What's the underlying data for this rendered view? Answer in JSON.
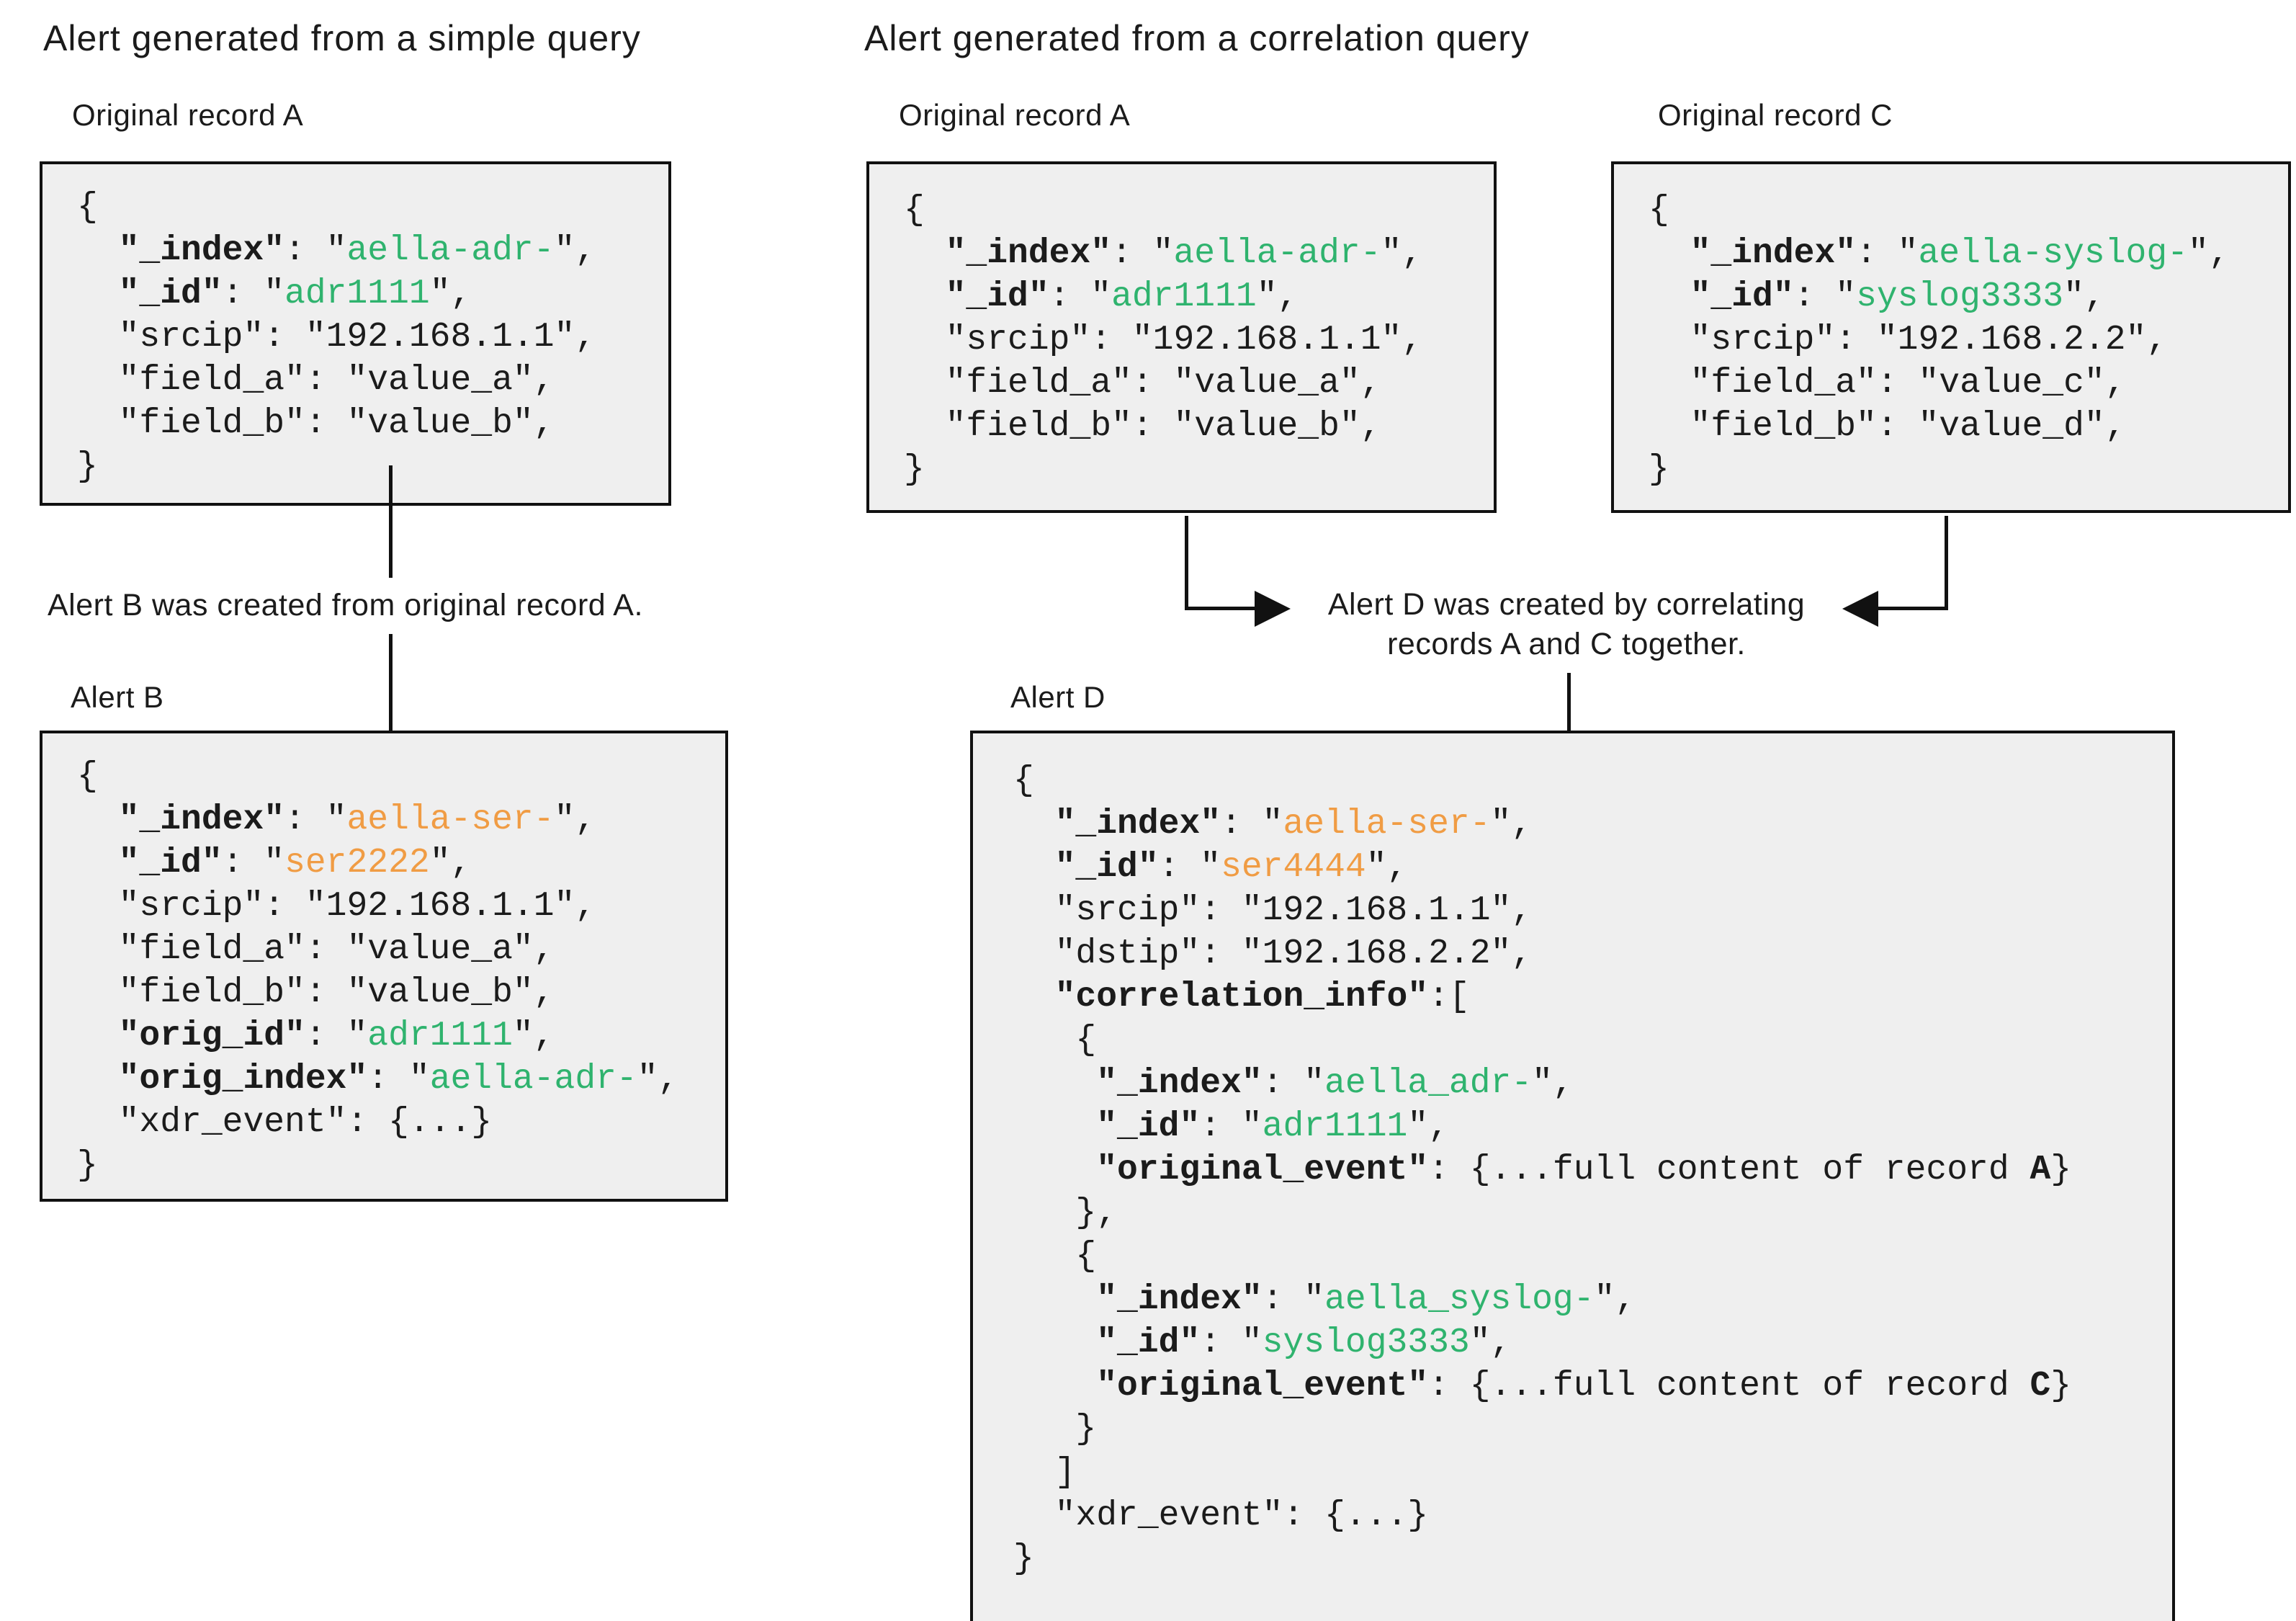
{
  "colors": {
    "green": "#2fb36e",
    "orange": "#f09c44",
    "ink": "#1b1b1b",
    "box_fill": "#efefef",
    "box_border": "#111111",
    "arrow": "#111111"
  },
  "simple": {
    "title": "Alert generated from a simple query",
    "record_a": {
      "label": "Original record A",
      "lines": [
        [
          [
            "n",
            "{"
          ]
        ],
        [
          [
            "n",
            "  "
          ],
          [
            "k",
            "\"_index\""
          ],
          [
            "n",
            ": \""
          ],
          [
            "g",
            "aella-adr-"
          ],
          [
            "n",
            "\","
          ]
        ],
        [
          [
            "n",
            "  "
          ],
          [
            "k",
            "\"_id\""
          ],
          [
            "n",
            ": \""
          ],
          [
            "g",
            "adr1111"
          ],
          [
            "n",
            "\","
          ]
        ],
        [
          [
            "n",
            "  \"srcip\": \"192.168.1.1\","
          ]
        ],
        [
          [
            "n",
            "  \"field_a\": \"value_a\","
          ]
        ],
        [
          [
            "n",
            "  \"field_b\": \"value_b\","
          ]
        ],
        [
          [
            "n",
            "}"
          ]
        ]
      ]
    },
    "arrow_caption": "Alert B was created from original record A.",
    "alert_b": {
      "label": "Alert B",
      "lines": [
        [
          [
            "n",
            "{"
          ]
        ],
        [
          [
            "n",
            "  "
          ],
          [
            "k",
            "\"_index\""
          ],
          [
            "n",
            ": \""
          ],
          [
            "o",
            "aella-ser-"
          ],
          [
            "n",
            "\","
          ]
        ],
        [
          [
            "n",
            "  "
          ],
          [
            "k",
            "\"_id\""
          ],
          [
            "n",
            ": \""
          ],
          [
            "o",
            "ser2222"
          ],
          [
            "n",
            "\","
          ]
        ],
        [
          [
            "n",
            "  \"srcip\": \"192.168.1.1\","
          ]
        ],
        [
          [
            "n",
            "  \"field_a\": \"value_a\","
          ]
        ],
        [
          [
            "n",
            "  \"field_b\": \"value_b\","
          ]
        ],
        [
          [
            "n",
            "  "
          ],
          [
            "k",
            "\"orig_id\""
          ],
          [
            "n",
            ": \""
          ],
          [
            "g",
            "adr1111"
          ],
          [
            "n",
            "\","
          ]
        ],
        [
          [
            "n",
            "  "
          ],
          [
            "k",
            "\"orig_index\""
          ],
          [
            "n",
            ": \""
          ],
          [
            "g",
            "aella-adr-"
          ],
          [
            "n",
            "\","
          ]
        ],
        [
          [
            "n",
            "  \"xdr_event\": {...}"
          ]
        ],
        [
          [
            "n",
            "}"
          ]
        ]
      ]
    }
  },
  "correlation": {
    "title": "Alert generated from a correlation query",
    "record_a": {
      "label": "Original record A",
      "lines": [
        [
          [
            "n",
            "{"
          ]
        ],
        [
          [
            "n",
            "  "
          ],
          [
            "k",
            "\"_index\""
          ],
          [
            "n",
            ": \""
          ],
          [
            "g",
            "aella-adr-"
          ],
          [
            "n",
            "\","
          ]
        ],
        [
          [
            "n",
            "  "
          ],
          [
            "k",
            "\"_id\""
          ],
          [
            "n",
            ": \""
          ],
          [
            "g",
            "adr1111"
          ],
          [
            "n",
            "\","
          ]
        ],
        [
          [
            "n",
            "  \"srcip\": \"192.168.1.1\","
          ]
        ],
        [
          [
            "n",
            "  \"field_a\": \"value_a\","
          ]
        ],
        [
          [
            "n",
            "  \"field_b\": \"value_b\","
          ]
        ],
        [
          [
            "n",
            "}"
          ]
        ]
      ]
    },
    "record_c": {
      "label": "Original record C",
      "lines": [
        [
          [
            "n",
            "{"
          ]
        ],
        [
          [
            "n",
            "  "
          ],
          [
            "k",
            "\"_index\""
          ],
          [
            "n",
            ": \""
          ],
          [
            "g",
            "aella-syslog-"
          ],
          [
            "n",
            "\","
          ]
        ],
        [
          [
            "n",
            "  "
          ],
          [
            "k",
            "\"_id\""
          ],
          [
            "n",
            ": \""
          ],
          [
            "g",
            "syslog3333"
          ],
          [
            "n",
            "\","
          ]
        ],
        [
          [
            "n",
            "  \"srcip\": \"192.168.2.2\","
          ]
        ],
        [
          [
            "n",
            "  \"field_a\": \"value_c\","
          ]
        ],
        [
          [
            "n",
            "  \"field_b\": \"value_d\","
          ]
        ],
        [
          [
            "n",
            "}"
          ]
        ]
      ]
    },
    "arrow_caption_line1": "Alert D was created by correlating",
    "arrow_caption_line2": "records A and C together.",
    "alert_d": {
      "label": "Alert D",
      "lines": [
        [
          [
            "n",
            "{"
          ]
        ],
        [
          [
            "n",
            "  "
          ],
          [
            "k",
            "\"_index\""
          ],
          [
            "n",
            ": \""
          ],
          [
            "o",
            "aella-ser-"
          ],
          [
            "n",
            "\","
          ]
        ],
        [
          [
            "n",
            "  "
          ],
          [
            "k",
            "\"_id\""
          ],
          [
            "n",
            ": \""
          ],
          [
            "o",
            "ser4444"
          ],
          [
            "n",
            "\","
          ]
        ],
        [
          [
            "n",
            "  \"srcip\": \"192.168.1.1\","
          ]
        ],
        [
          [
            "n",
            "  \"dstip\": \"192.168.2.2\","
          ]
        ],
        [
          [
            "n",
            "  "
          ],
          [
            "k",
            "\"correlation_info\""
          ],
          [
            "n",
            ":["
          ]
        ],
        [
          [
            "n",
            "   {"
          ]
        ],
        [
          [
            "n",
            "    "
          ],
          [
            "k",
            "\"_index\""
          ],
          [
            "n",
            ": \""
          ],
          [
            "g",
            "aella_adr-"
          ],
          [
            "n",
            "\","
          ]
        ],
        [
          [
            "n",
            "    "
          ],
          [
            "k",
            "\"_id\""
          ],
          [
            "n",
            ": \""
          ],
          [
            "g",
            "adr1111"
          ],
          [
            "n",
            "\","
          ]
        ],
        [
          [
            "n",
            "    "
          ],
          [
            "k",
            "\"original_event\""
          ],
          [
            "n",
            ": {...full content of record "
          ],
          [
            "b",
            "A"
          ],
          [
            "n",
            "}"
          ]
        ],
        [
          [
            "n",
            "   },"
          ]
        ],
        [
          [
            "n",
            "   {"
          ]
        ],
        [
          [
            "n",
            "    "
          ],
          [
            "k",
            "\"_index\""
          ],
          [
            "n",
            ": \""
          ],
          [
            "g",
            "aella_syslog-"
          ],
          [
            "n",
            "\","
          ]
        ],
        [
          [
            "n",
            "    "
          ],
          [
            "k",
            "\"_id\""
          ],
          [
            "n",
            ": \""
          ],
          [
            "g",
            "syslog3333"
          ],
          [
            "n",
            "\","
          ]
        ],
        [
          [
            "n",
            "    "
          ],
          [
            "k",
            "\"original_event\""
          ],
          [
            "n",
            ": {...full content of record "
          ],
          [
            "b",
            "C"
          ],
          [
            "n",
            "}"
          ]
        ],
        [
          [
            "n",
            "   }"
          ]
        ],
        [
          [
            "n",
            "  ]"
          ]
        ],
        [
          [
            "n",
            "  \"xdr_event\": {...}"
          ]
        ],
        [
          [
            "n",
            "}"
          ]
        ]
      ]
    }
  }
}
